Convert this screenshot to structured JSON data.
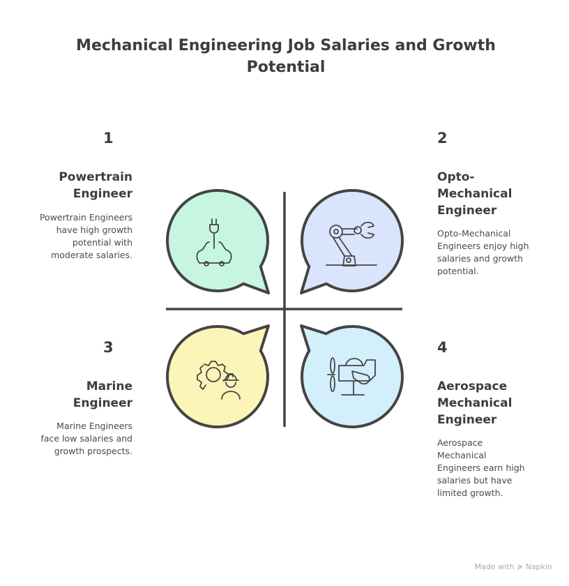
{
  "title": "Mechanical Engineering Job Salaries and Growth Potential",
  "quadrants": [
    {
      "number": "1",
      "title": "Powertrain Engineer",
      "description": "Powertrain Engineers have high growth potential with moderate salaries.",
      "icon": "plug-car-icon",
      "color": "#c6f6e1"
    },
    {
      "number": "2",
      "title": "Opto-Mechanical Engineer",
      "description": "Opto-Mechanical Engineers enjoy high salaries and growth potential.",
      "icon": "robot-arm-icon",
      "color": "#dae5fd"
    },
    {
      "number": "3",
      "title": "Marine Engineer",
      "description": "Marine Engineers face low salaries and growth prospects.",
      "icon": "gear-worker-icon",
      "color": "#fdf5b8"
    },
    {
      "number": "4",
      "title": "Aerospace Mechanical Engineer",
      "description": "Aerospace Mechanical Engineers earn high salaries but have limited growth.",
      "icon": "airplane-icon",
      "color": "#d2effb"
    }
  ],
  "footer": {
    "made_with": "Made with",
    "brand": "Napkin"
  }
}
